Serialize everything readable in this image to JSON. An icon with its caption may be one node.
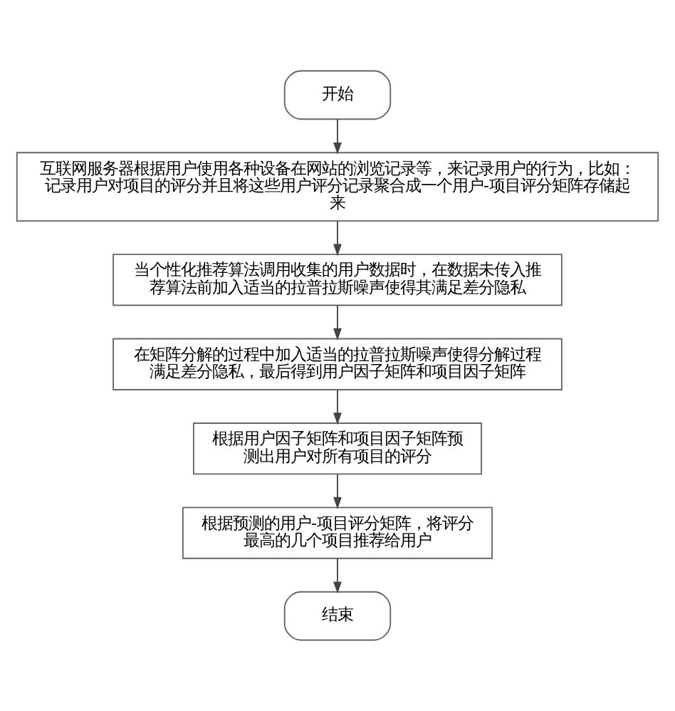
{
  "diagram": {
    "nodes": [
      {
        "text": [
          "开始"
        ]
      },
      {
        "text": [
          "互联网服务器根据用户使用各种设备在网站的浏览记录等，来记录用户的行为，比如：记录用户对项目的评分并且将这些用户评分记录聚合成一个用户-项目评分矩阵存储起来"
        ]
      },
      {
        "text": [
          "当个性化推荐算法调用收集的用户数据时，在数据未传入推荐算法前加入适当的拉普拉斯噪声使得其满足差分隐私"
        ]
      },
      {
        "text": [
          "在矩阵分解的过程中加入适当的拉普拉斯噪声使得分解过程满足差分隐私，最后得到用户因子矩阵和项目因子矩阵"
        ]
      },
      {
        "text": [
          "根据用户因子矩阵和项目因子矩阵预测出用户对所有项目的评分"
        ]
      },
      {
        "text": [
          "根据预测的用户-项目评分矩阵，将评分最高的几个项目推荐给用户"
        ]
      },
      {
        "text": [
          "结束"
        ]
      }
    ],
    "edges": [
      {
        "from": 0,
        "to": 1,
        "arrow": "to"
      },
      {
        "from": 1,
        "to": 2,
        "arrow": "to"
      },
      {
        "from": 2,
        "to": 3,
        "arrow": "to"
      },
      {
        "from": 3,
        "to": 4,
        "arrow": "to"
      },
      {
        "from": 4,
        "to": 5,
        "arrow": "to"
      },
      {
        "from": 5,
        "to": 6,
        "arrow": "to"
      }
    ]
  }
}
